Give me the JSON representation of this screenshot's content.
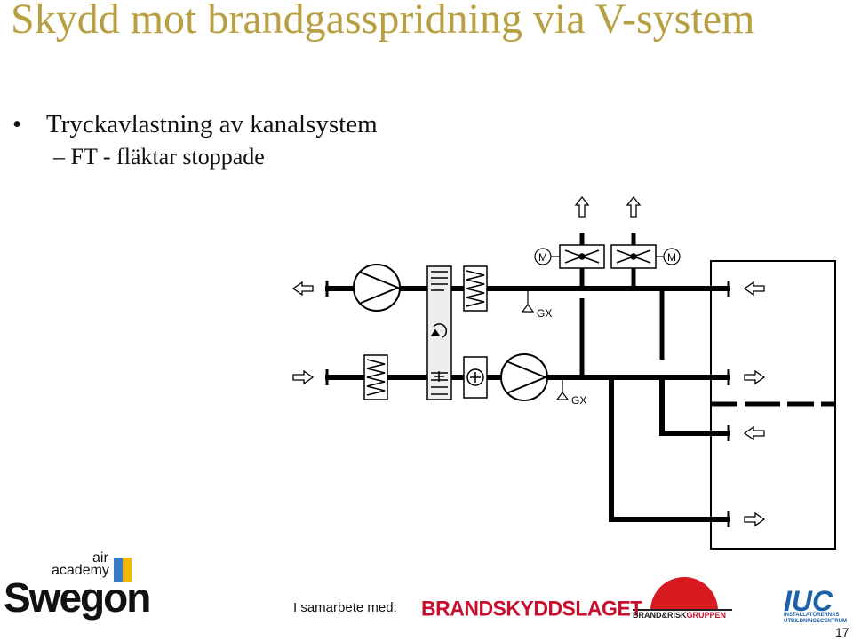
{
  "slide": {
    "title": "Skydd mot brandgasspridning via V-system",
    "bullet": "Tryckavlastning av kanalsystem",
    "sub_bullet": "– FT - fläktar stoppade",
    "page_number": "17"
  },
  "diagram": {
    "sensor_labels": [
      "GX",
      "GX"
    ],
    "motor_labels": [
      "M",
      "M"
    ]
  },
  "footer": {
    "cooperation_label": "I samarbete med:",
    "brandskyddslaget": "BRANDSKYDDSLAGET",
    "brandrisk_part1": "BRAND&RISK",
    "brandrisk_part2": "GRUPPEN",
    "iuc": "IUC",
    "iuc_sub": "INSTALLATÖRERNAS UTBILDNINGSCENTRUM",
    "swegon": "Swegon",
    "air": "air",
    "academy": "academy"
  },
  "colors": {
    "title": "#b8a042",
    "brand_red": "#c8102e",
    "iuc_blue": "#1d5fa8"
  }
}
